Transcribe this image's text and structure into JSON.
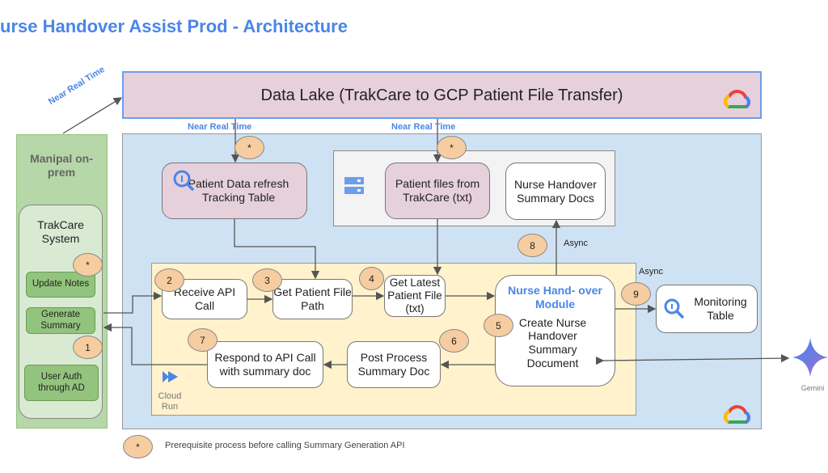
{
  "title": "urse Handover Assist Prod - Architecture",
  "data_lake": {
    "label": "Data Lake (TrakCare to GCP Patient File Transfer)"
  },
  "labels": {
    "near_real_time": "Near Real Time",
    "async": "Async"
  },
  "on_prem": {
    "title": "Manipal on-prem",
    "system": "TrakCare System",
    "update_notes": "Update Notes",
    "generate_summary": "Generate Summary",
    "user_auth": "User Auth through AD"
  },
  "gcp": {
    "tracking_table": "Patient Data refresh Tracking Table",
    "patient_files": "Patient files from TrakCare (txt)",
    "summary_docs": "Nurse Handover Summary Docs",
    "monitoring_table": "Monitoring Table",
    "cloud_run": "Cloud Run",
    "gemini": "Gemini"
  },
  "steps": {
    "receive": "Receive API Call",
    "get_path": "Get Patient File Path",
    "get_latest": "Get Latest Patient File (txt)",
    "module_title": "Nurse Hand- over Module",
    "create": "Create Nurse Handover Summary Document",
    "post_process": "Post Process Summary Doc",
    "respond": "Respond to API Call with summary doc"
  },
  "badges": {
    "star": "*",
    "s1": "1",
    "s2": "2",
    "s3": "3",
    "s4": "4",
    "s5": "5",
    "s6": "6",
    "s7": "7",
    "s8": "8",
    "s9": "9"
  },
  "legend": {
    "text": "Prerequisite process before calling Summary Generation API"
  },
  "colors": {
    "accent": "#4a86e8",
    "badge": "#f6cda0",
    "cloud_run_bg": "#fff2cc",
    "gcp_bg": "#cfe2f3",
    "onprem_bg": "#b6d7a8"
  }
}
